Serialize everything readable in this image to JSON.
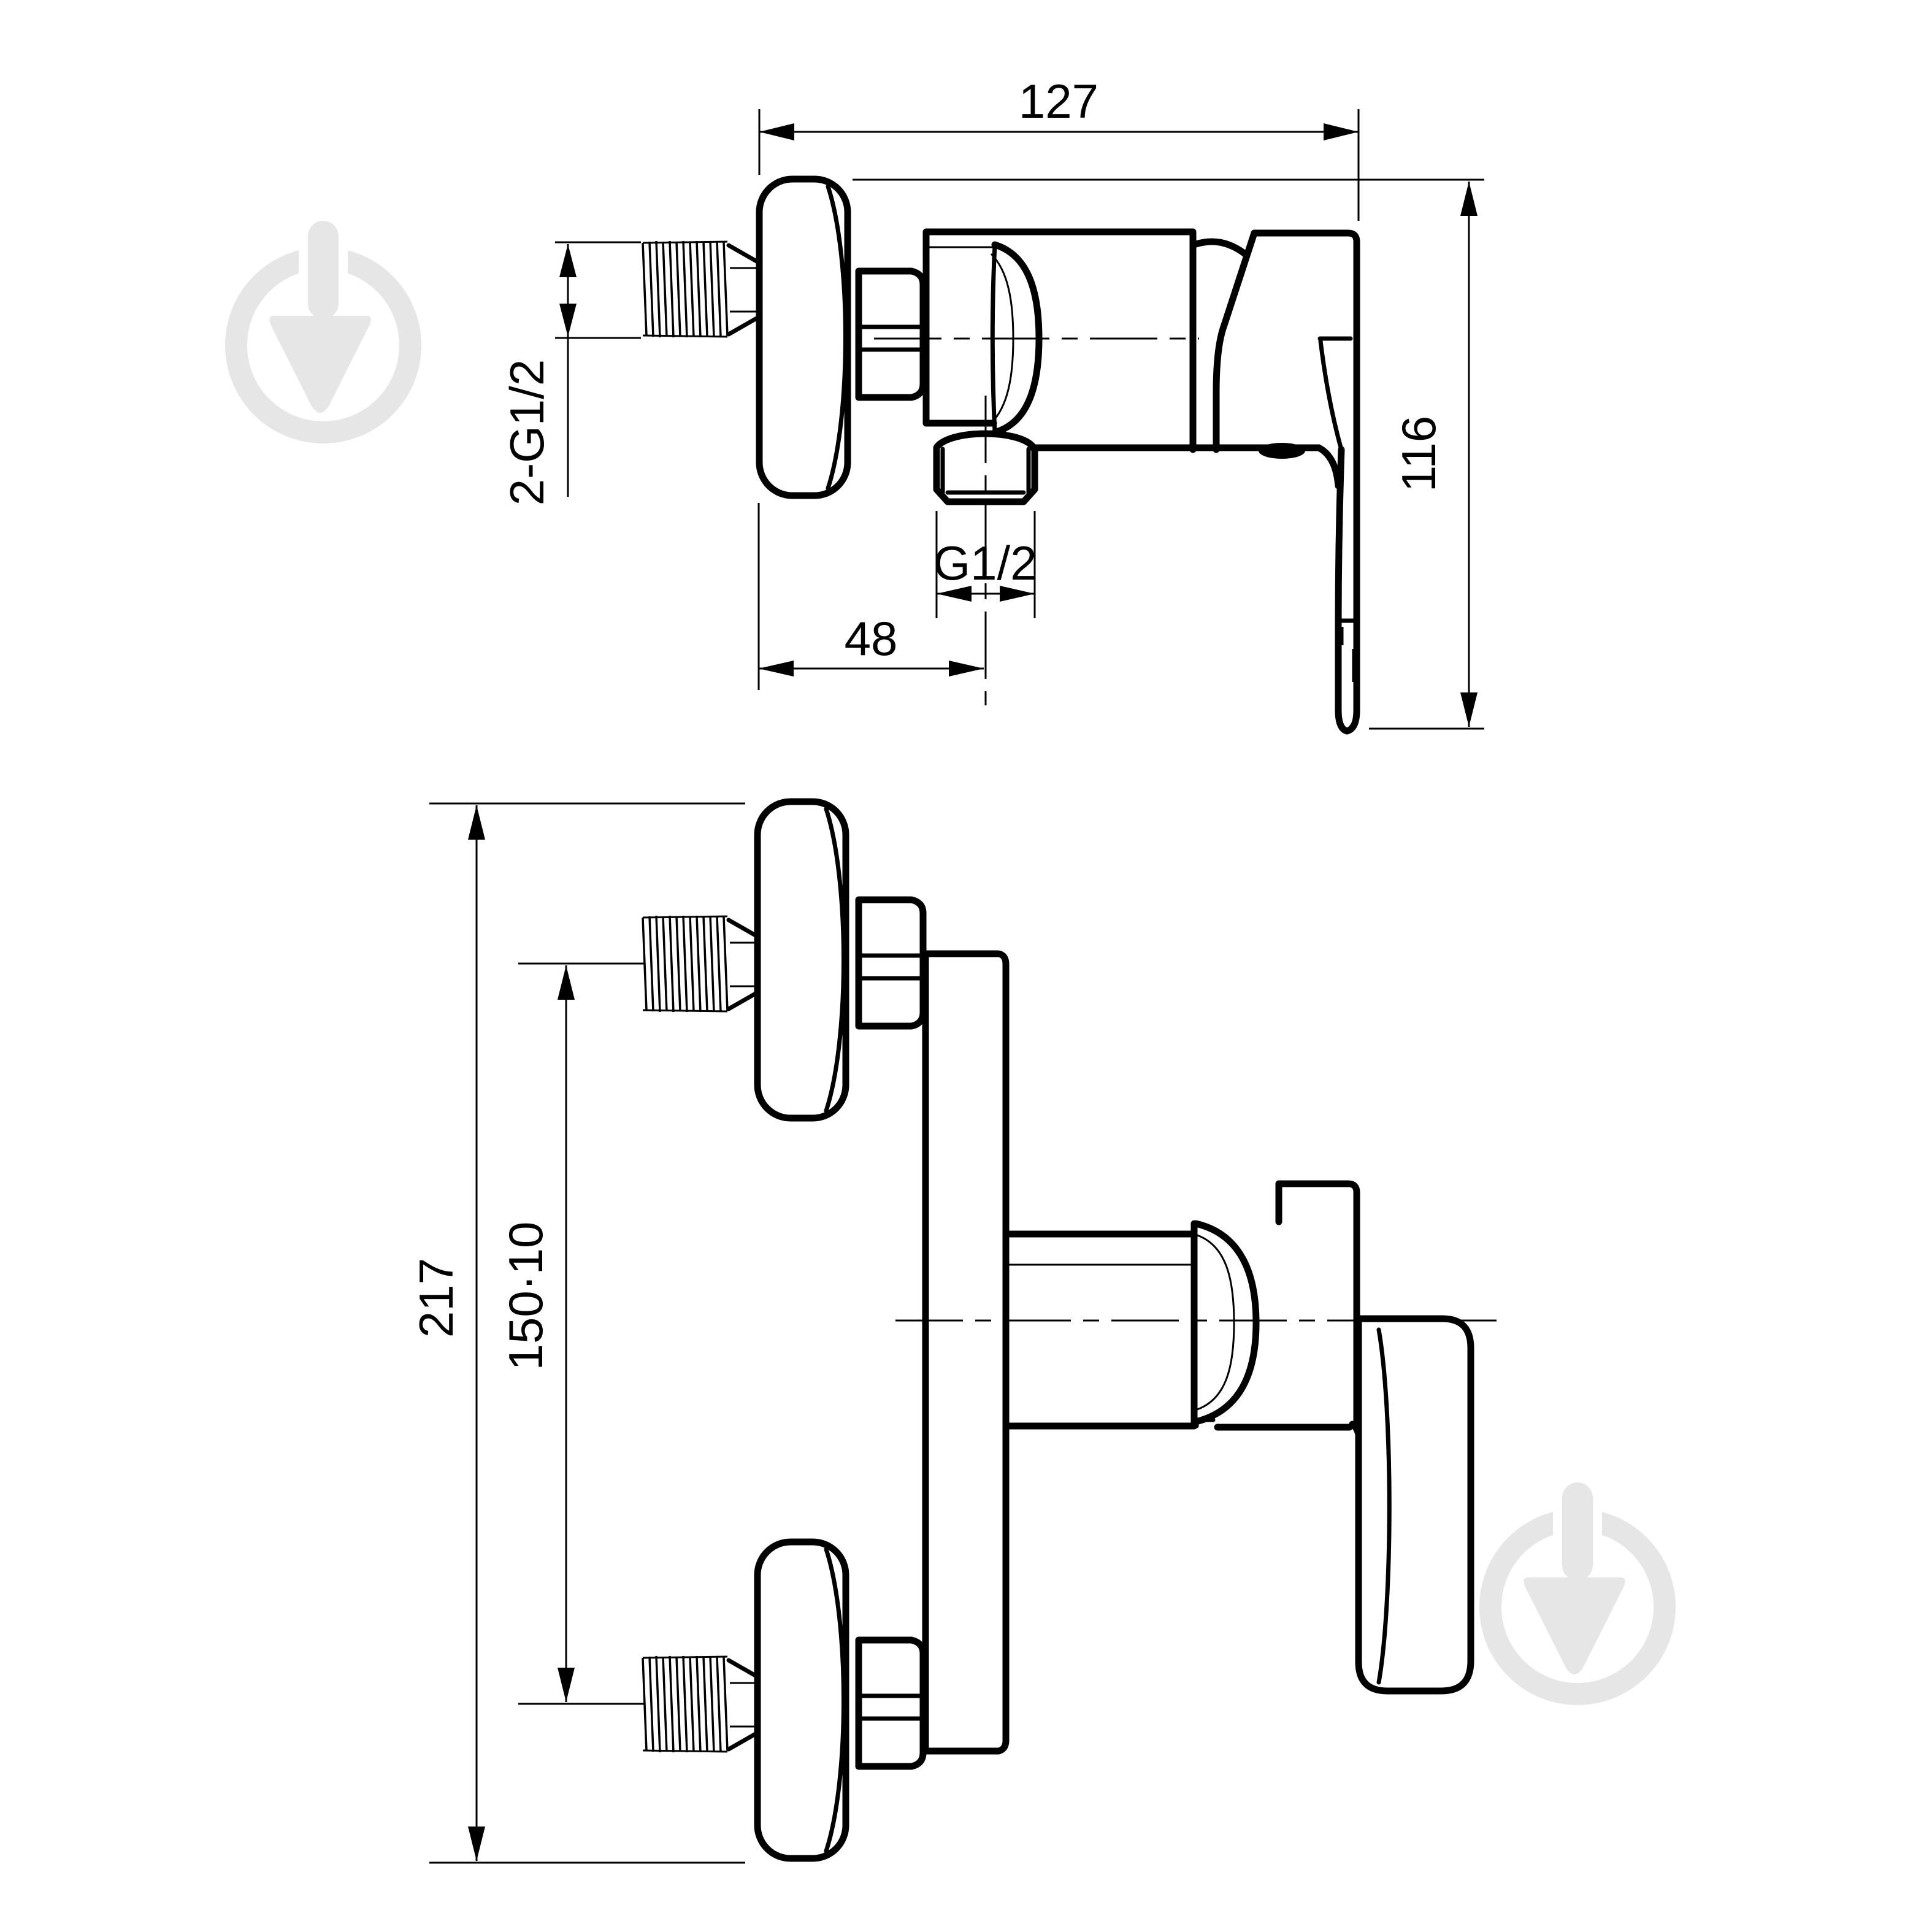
{
  "drawing": {
    "type": "technical-drawing",
    "subject": "wall-mounted shower mixer, two orthographic views",
    "background_color": "#ffffff",
    "line_color": "#000000",
    "watermark_color": "#e6e6e6",
    "watermark_icon": "trowel-in-circle-logo",
    "dimensions": {
      "top_view": {
        "overall_width": "127",
        "overall_height": "116",
        "inlet_thread": "2-G1/2",
        "outlet_thread": "G1/2",
        "wall_to_outlet": "48"
      },
      "front_view": {
        "overall_height": "217",
        "inlet_spacing": "150·10"
      }
    }
  }
}
